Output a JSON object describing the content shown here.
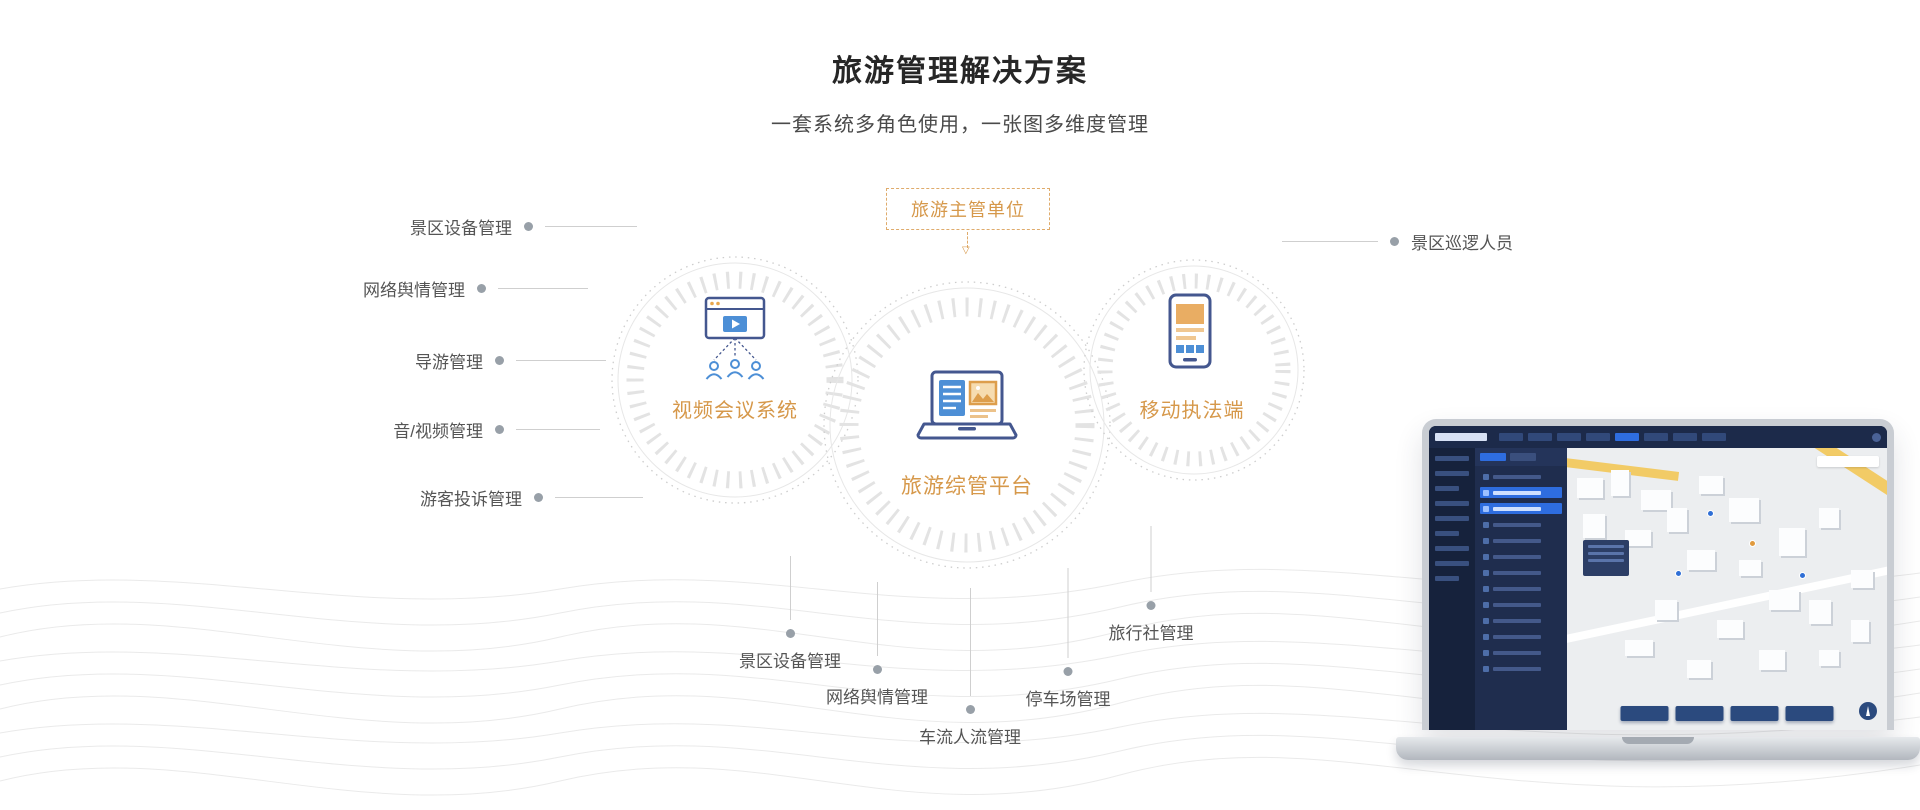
{
  "header": {
    "title": "旅游管理解决方案",
    "subtitle": "一套系统多角色使用，一张图多维度管理"
  },
  "diagram": {
    "authority_label": "旅游主管单位",
    "nodes": {
      "video_conference": "视频会议系统",
      "platform": "旅游综管平台",
      "mobile_enforcement": "移动执法端"
    },
    "left_labels": [
      "景区设备管理",
      "网络舆情管理",
      "导游管理",
      "音/视频管理",
      "游客投诉管理"
    ],
    "right_labels": [
      "景区巡逻人员"
    ],
    "bottom_labels": [
      "景区设备管理",
      "网络舆情管理",
      "车流人流管理",
      "停车场管理",
      "旅行社管理"
    ]
  },
  "colors": {
    "accent_orange": "#D6984A",
    "icon_blue": "#4D8FD6",
    "icon_outline_navy": "#44578F",
    "ring_gray": "#E3E3E3",
    "line_gray": "#CFCFCF",
    "dot_gray": "#98A0A8",
    "title_text": "#262626",
    "label_text": "#555555",
    "dashboard_navy": "#1C2A4A",
    "dashboard_highlight_blue": "#2E6DE0",
    "map_road_yellow": "#F2CB66"
  }
}
